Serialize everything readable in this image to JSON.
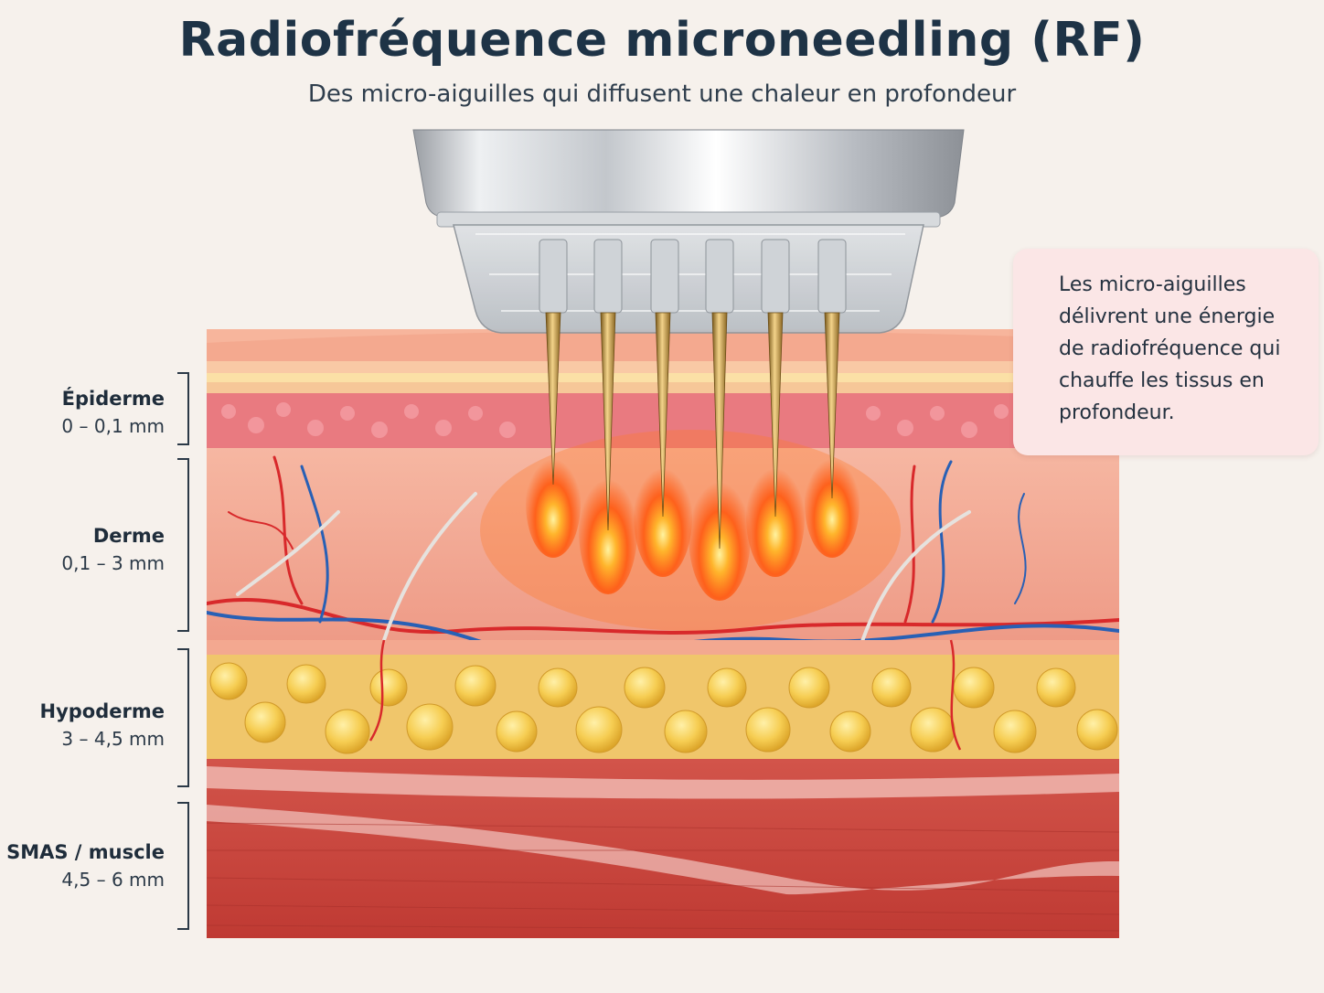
{
  "title": "Radiofréquence microneedling (RF)",
  "subtitle": "Des micro-aiguilles qui diffusent une chaleur en profondeur",
  "layers": [
    {
      "name": "Épiderme",
      "range": "0 – 0,1 mm"
    },
    {
      "name": "Derme",
      "range": "0,1 – 3 mm"
    },
    {
      "name": "Hypoderme",
      "range": "3 – 4,5 mm"
    },
    {
      "name": "SMAS / muscle",
      "range": "4,5 – 6 mm"
    }
  ],
  "callout": "Les micro-aiguilles délivrent une énergie de radiofréquence qui chauffe les tissus en profondeur.",
  "colors": {
    "title": "#1e3346",
    "epidermis": "#f2a98e",
    "dermis": "#f19c86",
    "fat": "#f4c94a",
    "muscle": "#c8413a",
    "heat": "#ff6a1a",
    "artery": "#d8292b",
    "vein": "#2860b5",
    "callout_bg": "#fbe6e6"
  }
}
